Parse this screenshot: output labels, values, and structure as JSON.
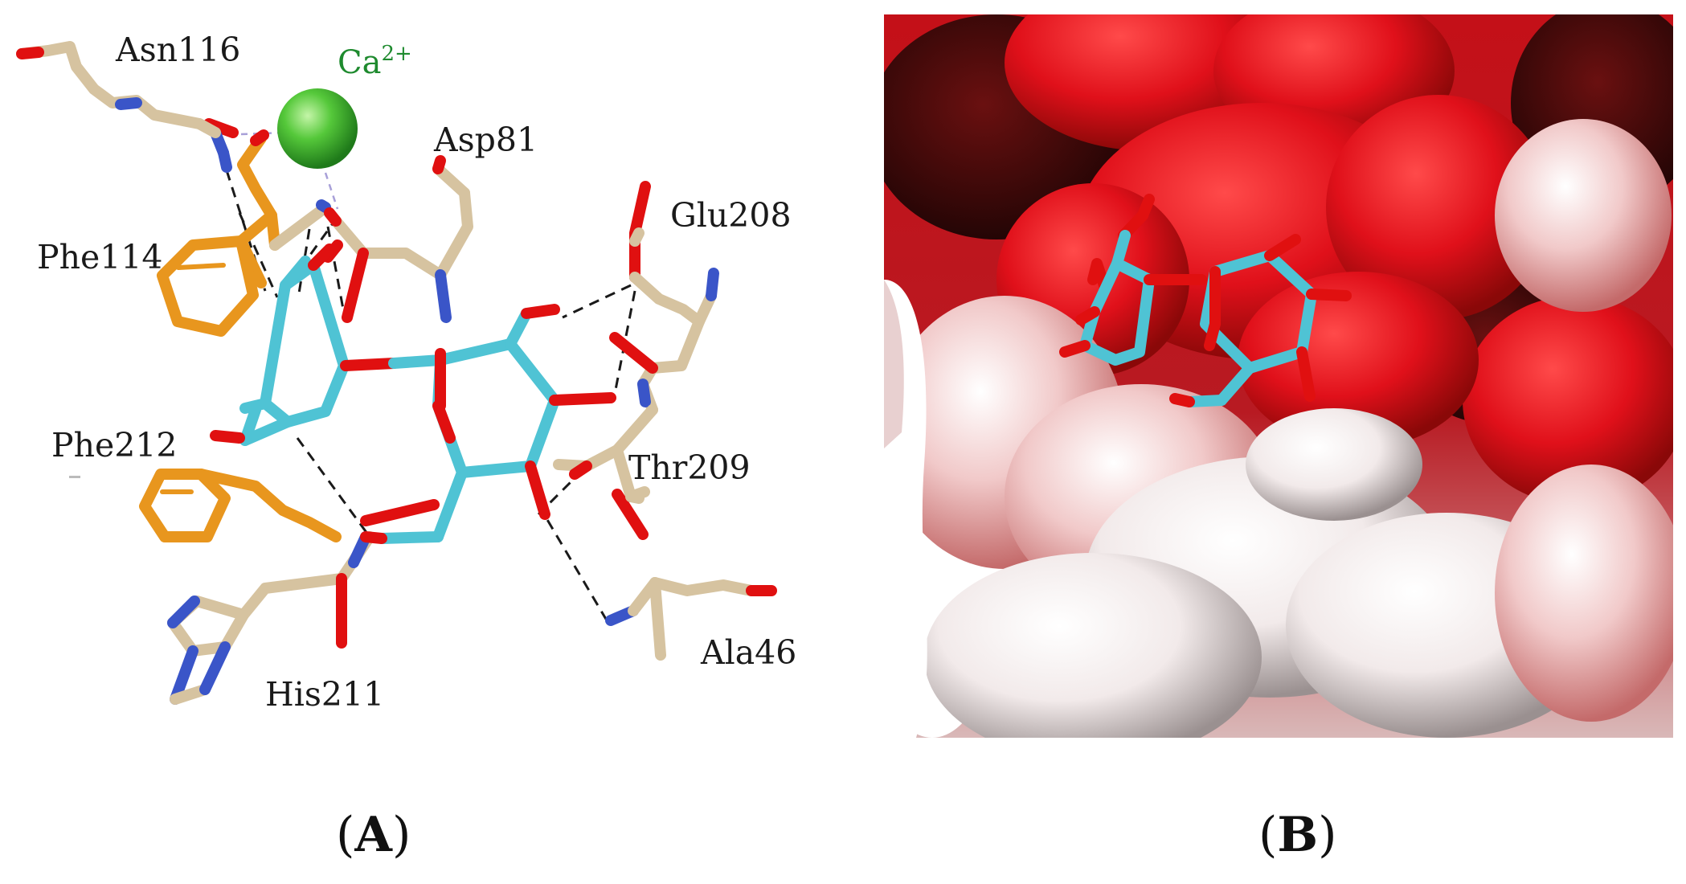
{
  "panel_a": {
    "residues": {
      "asn116": "Asn116",
      "asp81": "Asp81",
      "glu208": "Glu208",
      "phe114": "Phe114",
      "phe212": "Phe212",
      "thr209": "Thr209",
      "ala46": "Ala46",
      "his211": "His211"
    },
    "ion": {
      "symbol": "Ca",
      "charge": "2+"
    }
  },
  "captions": {
    "a": "A",
    "b": "B"
  },
  "colors": {
    "ligand": "#4fc3d4",
    "oxygen": "#e01010",
    "nitrogen": "#3a55c8",
    "residue_tan": "#d6c3a0",
    "residue_orange": "#e8961e",
    "calcium": "#3cb82a",
    "ion_label": "#1e8a2e",
    "hbond": "#1a1a1a",
    "surface_red": "#e0101a",
    "surface_white": "#f6eeee",
    "surface_gray": "#7a7474"
  }
}
